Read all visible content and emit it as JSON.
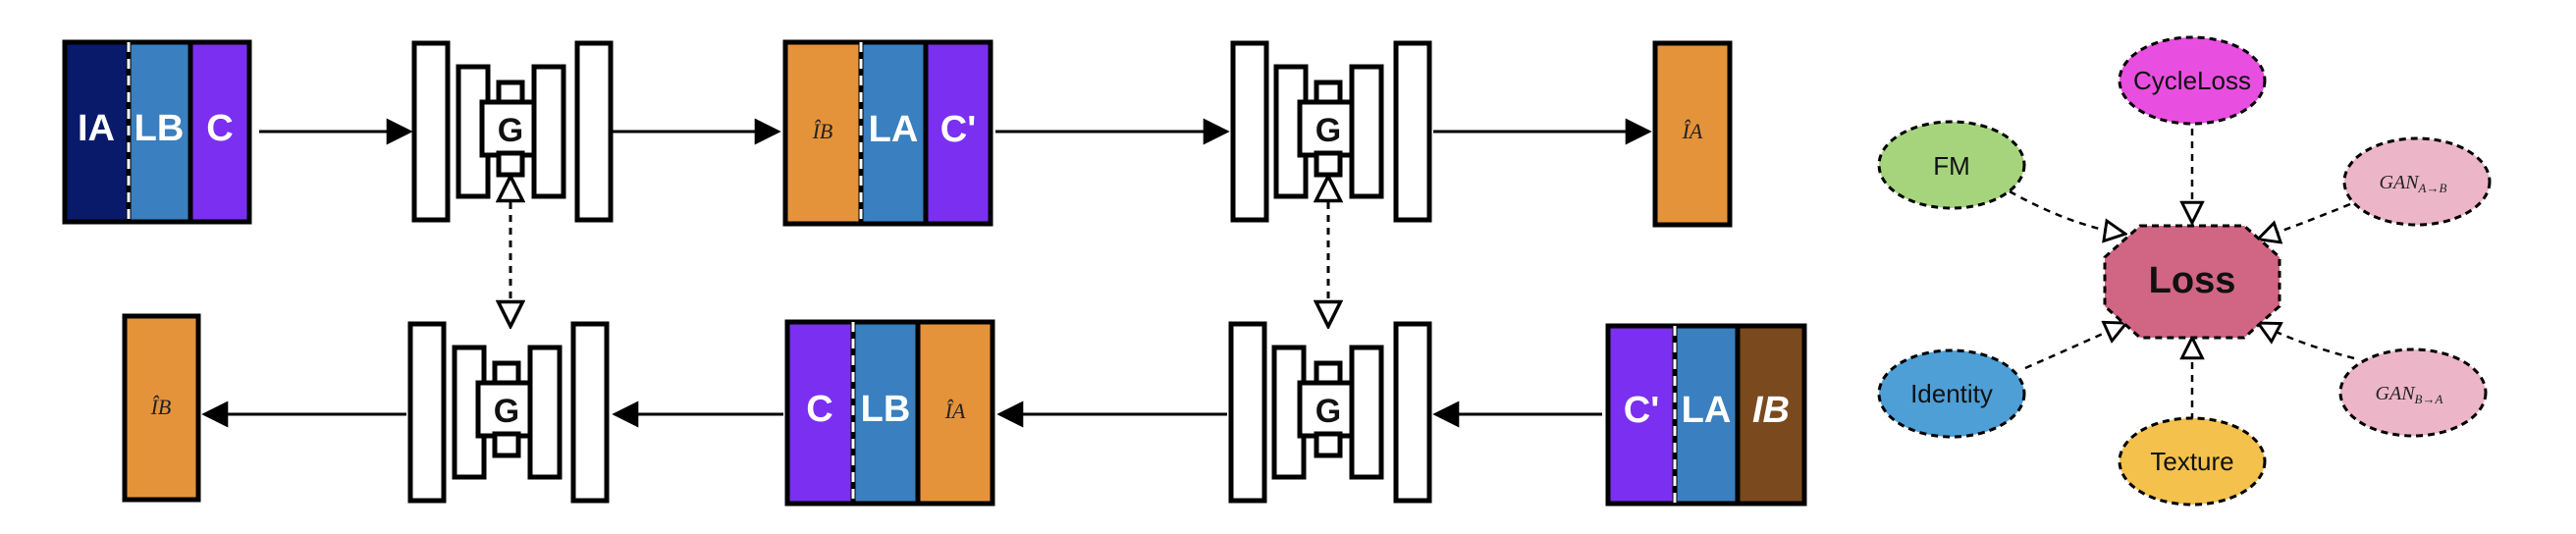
{
  "pipeline": {
    "top_input": [
      "IA",
      "LB",
      "C"
    ],
    "top_middle": [
      "ÎB",
      "LA",
      "C'"
    ],
    "top_output": "ÎA",
    "bottom_input": [
      "C'",
      "LA",
      "IB"
    ],
    "bottom_middle": [
      "C",
      "LB",
      "ÎA"
    ],
    "bottom_output": "ÎB",
    "generator": "G"
  },
  "loss_graph": {
    "center": "Loss",
    "fm": "FM",
    "cycle": "CycleLoss",
    "gan_ab": "GAN",
    "gan_ab_sub": "A→B",
    "identity": "Identity",
    "texture": "Texture",
    "gan_ba": "GAN",
    "gan_ba_sub": "B→A"
  },
  "colors": {
    "dark_navy": "#0a1a6b",
    "steel_blue": "#3a7fbf",
    "violet": "#7b2ff0",
    "orange": "#e5933b",
    "brown": "#7a4a1e",
    "loss": "#d16584",
    "fm": "#a6d47d",
    "cycle": "#e84fe0",
    "gan": "#ecb6c8",
    "identity": "#4e9fd6",
    "texture": "#f3c14c"
  }
}
